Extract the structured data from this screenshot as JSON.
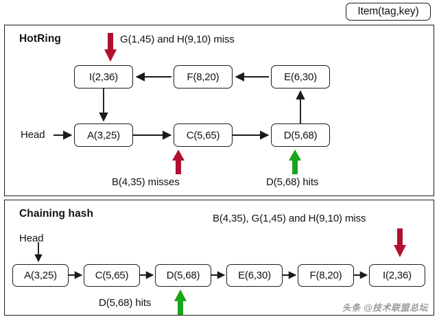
{
  "legend": {
    "chip_label": "Item(tag,key)"
  },
  "panels": [
    {
      "id": "hotring",
      "title": "HotRing",
      "head_label": "Head",
      "annotations": [
        {
          "name": "miss-top",
          "text": "G(1,45) and H(9,10) miss",
          "arrow": "down",
          "color": "#B01030"
        },
        {
          "name": "miss-bottom",
          "text": "B(4,35) misses",
          "arrow": "up",
          "color": "#B01030"
        },
        {
          "name": "hit-bottom",
          "text": "D(5,68) hits",
          "arrow": "up",
          "color": "#19A519"
        }
      ],
      "top_row": [
        {
          "label": "I(2,36)"
        },
        {
          "label": "F(8,20)"
        },
        {
          "label": "E(6,30)"
        }
      ],
      "bottom_row": [
        {
          "label": "A(3,25)"
        },
        {
          "label": "C(5,65)"
        },
        {
          "label": "D(5,68)"
        }
      ]
    },
    {
      "id": "chaining",
      "title": "Chaining hash",
      "head_label": "Head",
      "annotations": [
        {
          "name": "miss-right",
          "text": "B(4,35), G(1,45) and H(9,10) miss",
          "arrow": "down",
          "color": "#B01030"
        },
        {
          "name": "hit-left",
          "text": "D(5,68) hits",
          "arrow": "up",
          "color": "#19A519"
        }
      ],
      "chain": [
        {
          "label": "A(3,25)"
        },
        {
          "label": "C(5,65)"
        },
        {
          "label": "D(5,68)"
        },
        {
          "label": "E(6,30)"
        },
        {
          "label": "F(8,20)"
        },
        {
          "label": "I(2,36)"
        }
      ]
    }
  ],
  "watermark": {
    "text": "头条 @技术联盟总坛"
  },
  "colors": {
    "miss_red": "#B01030",
    "hit_green": "#19A519",
    "stroke": "#1a1a1a",
    "background": "#ffffff"
  }
}
